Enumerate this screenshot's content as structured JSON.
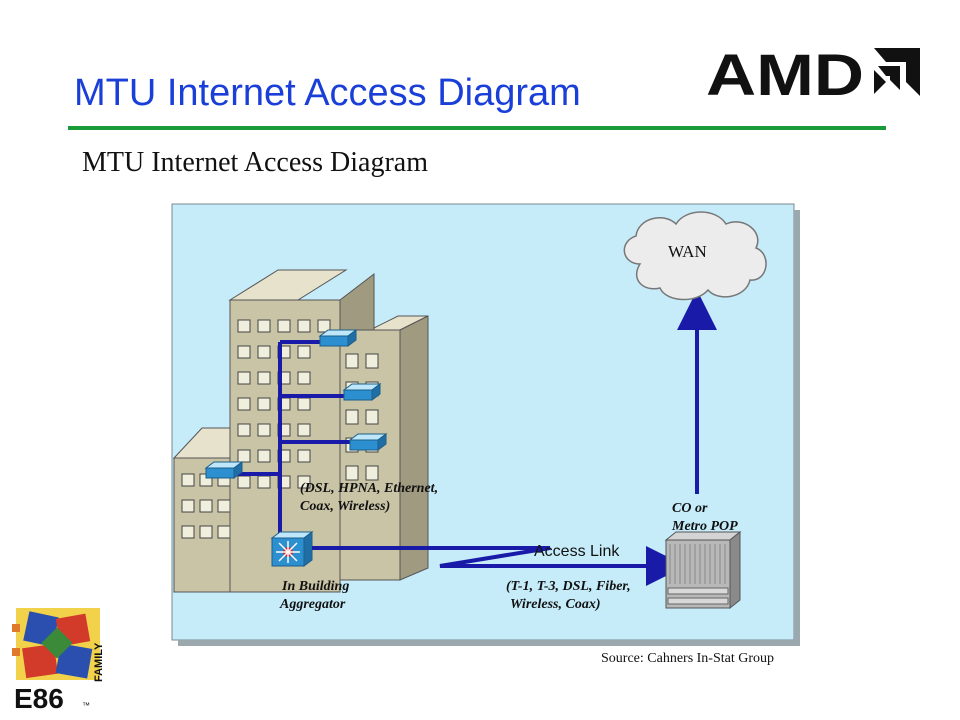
{
  "slide": {
    "title": "MTU Internet Access Diagram",
    "subtitle": "MTU Internet Access Diagram",
    "source": "Source: Cahners In-Stat Group"
  },
  "logos": {
    "amd": {
      "text": "AMD",
      "icon": "amd-arrow-icon"
    },
    "e86": {
      "text": "E86",
      "sub": "FAMILY",
      "tm": "™"
    }
  },
  "diagram": {
    "cloud_label": "WAN",
    "co_label_1": "CO or",
    "co_label_2": "Metro POP",
    "access_link_label": "Access Link",
    "access_link_tech_1": "(T-1, T-3, DSL, Fiber,",
    "access_link_tech_2": "Wireless, Coax)",
    "inbuilding_tech_1": "(DSL, HPNA, Ethernet,",
    "inbuilding_tech_2": "Coax, Wireless)",
    "aggregator_label_1": "In Building",
    "aggregator_label_2": "Aggregator"
  },
  "colors": {
    "title": "#1a3fd8",
    "rule": "#1b9a3a",
    "diagram_bg": "#c6ecfa",
    "link": "#1a1aa8"
  }
}
